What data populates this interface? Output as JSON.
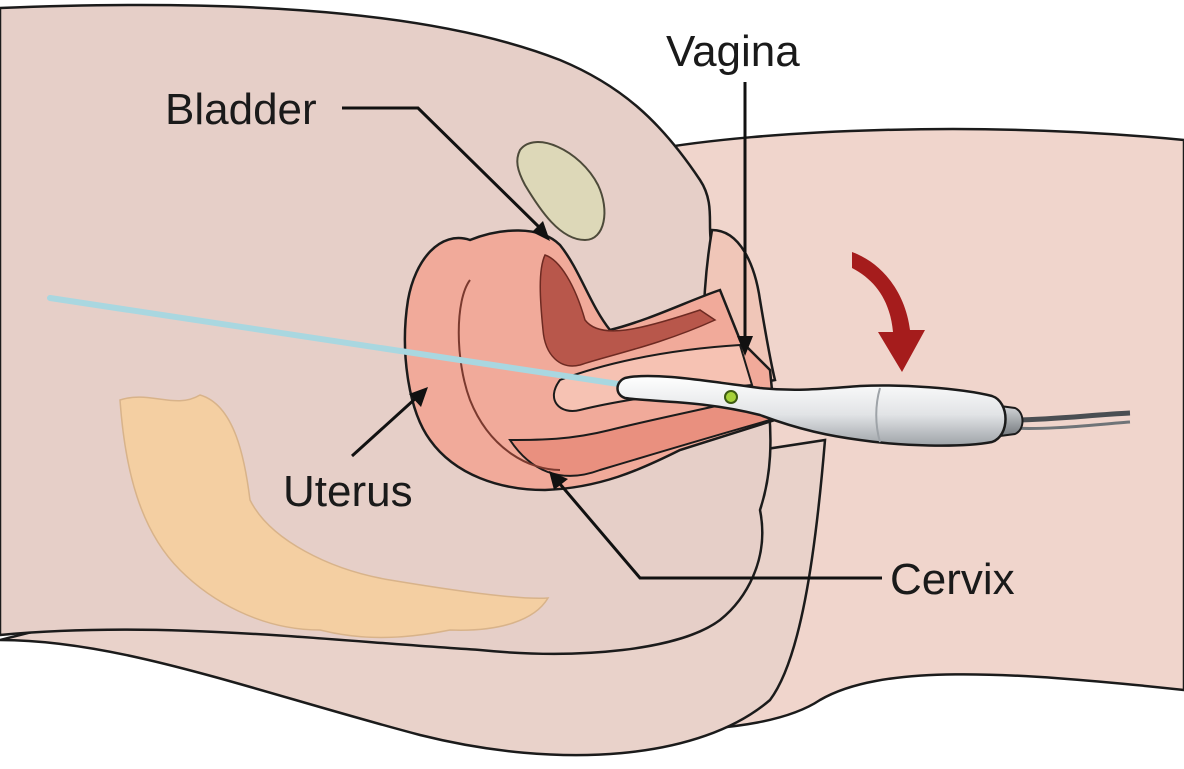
{
  "labels": {
    "bladder": "Bladder",
    "vagina": "Vagina",
    "uterus": "Uterus",
    "cervix": "Cervix"
  },
  "colors": {
    "body_fill": "#e6cfc8",
    "leg_fill": "#f0d5cc",
    "bladder_fill": "#ddd8b8",
    "uterus_fill": "#f1aa9a",
    "uterus_dark": "#b8574b",
    "ultrasound_beam": "#a9d7e0",
    "fat_fill": "#f4cfa2",
    "rotation_arrow": "#a51c1c",
    "probe_body": "#e2e4e6",
    "probe_tip_dot": "#a6d13a"
  }
}
